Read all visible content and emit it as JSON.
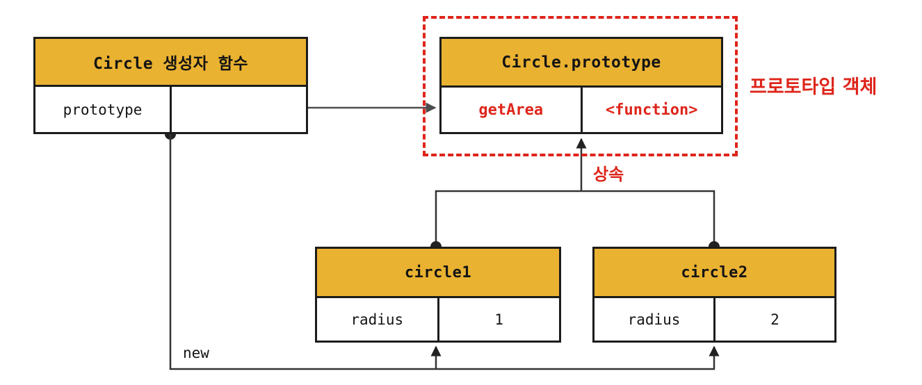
{
  "diagram": {
    "constructor_box": {
      "title": "Circle 생성자 함수",
      "rows": [
        {
          "key": "prototype",
          "value": ""
        }
      ]
    },
    "prototype_box": {
      "title": "Circle.prototype",
      "rows": [
        {
          "key": "getArea",
          "value": "<function>"
        }
      ]
    },
    "prototype_object_label": "프로토타입 객체",
    "inheritance_label": "상속",
    "new_label": "new",
    "instance_boxes": [
      {
        "title": "circle1",
        "rows": [
          {
            "key": "radius",
            "value": "1"
          }
        ]
      },
      {
        "title": "circle2",
        "rows": [
          {
            "key": "radius",
            "value": "2"
          }
        ]
      }
    ],
    "icons": {
      "pointer_dot": "origin-dot-icon",
      "arrowhead": "arrowhead-icon"
    },
    "colors": {
      "header_fill": "#EAB231",
      "accent_red": "#DE251B",
      "line_color": "#333333",
      "border_color": "#1C1C1C"
    }
  }
}
